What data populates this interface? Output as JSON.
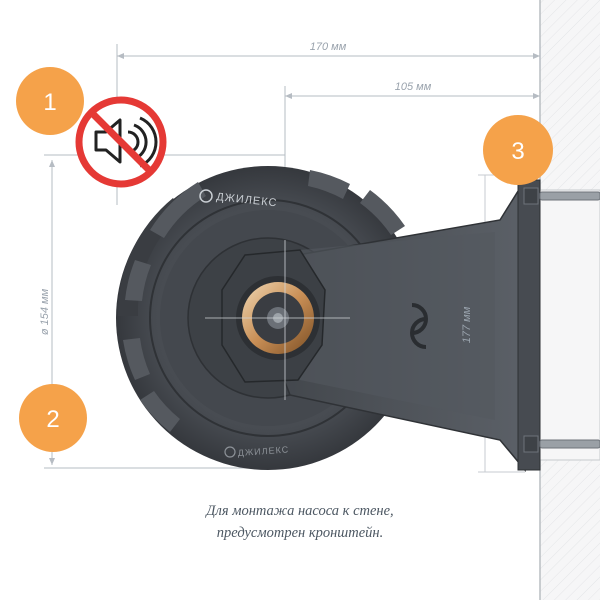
{
  "dimensions": {
    "overall_width": "170 мм",
    "axis_to_wall": "105 мм",
    "diameter": "ø 154 мм",
    "bracket_height": "177 мм"
  },
  "badges": [
    "1",
    "2",
    "3"
  ],
  "brand": "ДЖИЛЕКС",
  "icons": [
    "no-sound-icon",
    "dzhileks-logo-icon"
  ],
  "caption": {
    "line1": "Для монтажа насоса к стене,",
    "line2": "предусмотрен кронштейн."
  },
  "colors": {
    "badge": "#f5a24a",
    "body": "#4a4e53",
    "prohibition": "#e53935",
    "dimension": "#9aa3ad"
  }
}
